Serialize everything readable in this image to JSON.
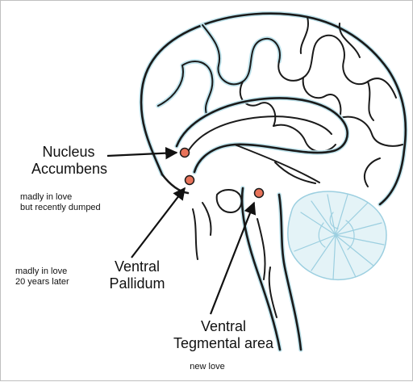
{
  "labels": {
    "nucleus_accumbens": [
      "Nucleus",
      "Accumbens"
    ],
    "ventral_pallidum": [
      "Ventral",
      "Pallidum"
    ],
    "ventral_tegmental_area": [
      "Ventral",
      "Tegmental area"
    ],
    "note_recently_dumped": [
      "madly in love",
      "but recently dumped"
    ],
    "note_20_years": [
      "madly in love",
      "20 years later"
    ],
    "note_new_love": "new love"
  },
  "colors": {
    "region_marker": "#e8735a",
    "outline": "#1a1a1a",
    "cerebellum": "#e4f3f7"
  }
}
